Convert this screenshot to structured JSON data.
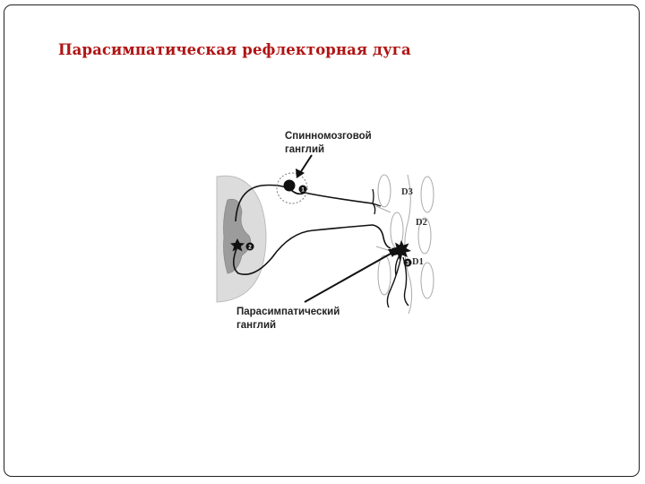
{
  "slide": {
    "title": "Парасимпатическая рефлекторная дуга"
  },
  "diagram": {
    "spinal_ganglion_label_line1": "Спинномозговой",
    "spinal_ganglion_label_line2": "ганглий",
    "parasympathetic_ganglion_label_line1": "Парасимпатический",
    "parasympathetic_ganglion_label_line2": "ганглий",
    "marker_1": "1",
    "marker_2": "2",
    "marker_3": "3",
    "dermatome_d3": "D3",
    "dermatome_d2": "D2",
    "dermatome_d1": "D1"
  },
  "colors": {
    "title": "#b01414",
    "outline": "#111111",
    "spinal_cord_fill": "#d9d9d9",
    "grey_matter_fill": "#9c9c9c"
  }
}
